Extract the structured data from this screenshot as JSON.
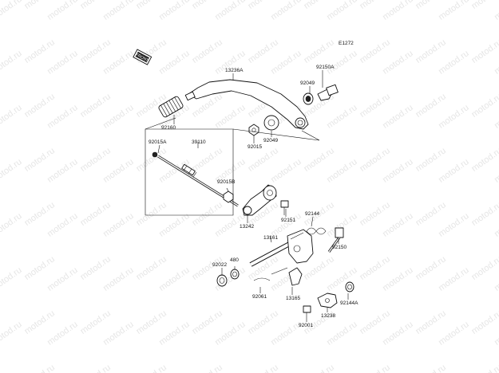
{
  "diagram": {
    "code": "E1272",
    "watermark": "motod.ru",
    "front_badge": "FRONT",
    "parts": {
      "p13236A": "13236A",
      "p92150A": "92150A",
      "p92049a": "92049",
      "p92049b": "92049",
      "p92160": "92160",
      "p92015": "92015",
      "p92015A": "92015A",
      "p39110": "39110",
      "p92015B": "92015B",
      "p13242": "13242",
      "p92151": "92151",
      "p92144": "92144",
      "p13161": "13161",
      "p480": "480",
      "p92022": "92022",
      "p92150": "92150",
      "p92061": "92061",
      "p13165": "13165",
      "p92144A": "92144A",
      "p13238": "13238",
      "p92001": "92001"
    }
  }
}
